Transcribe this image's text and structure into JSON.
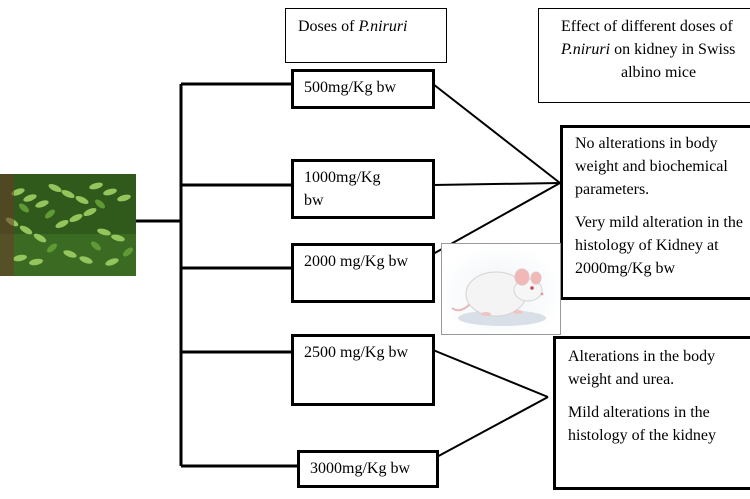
{
  "header": {
    "doses_title_prefix": "Doses of ",
    "doses_title_species": "P.niruri",
    "effect_title_line1": "Effect of different doses of",
    "effect_title_species": "P.niruri",
    "effect_title_line2_rest": " on kidney in Swiss",
    "effect_title_line3": "albino mice"
  },
  "doses": [
    {
      "label": "500mg/Kg bw"
    },
    {
      "label": "1000mg/Kg bw"
    },
    {
      "label": "2000 mg/Kg bw"
    },
    {
      "label": "2500 mg/Kg bw"
    },
    {
      "label": "3000mg/Kg bw"
    }
  ],
  "effects": {
    "low_dose": [
      "No alterations in body weight and biochemical parameters.",
      "Very mild alteration in the histology of Kidney at 2000mg/Kg bw"
    ],
    "high_dose": [
      "Alterations in the body weight and urea.",
      "Mild alterations in the histology of the kidney"
    ]
  },
  "colors": {
    "line": "#000000",
    "plant_dark": "#2f5a1c",
    "plant_mid": "#5f9a35",
    "plant_light": "#9fd064",
    "mouse_fur": "#f4f4f4",
    "mouse_ear": "#f2b8b8"
  },
  "icons": {
    "plant": "phyllanthus-niruri-plant-photo",
    "mouse": "white-albino-mouse-photo"
  }
}
